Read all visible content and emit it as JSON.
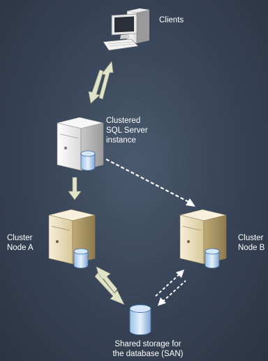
{
  "clients": {
    "label": "Clients"
  },
  "sql_instance": {
    "label_lines": [
      "Clustered",
      "SQL Server",
      "instance"
    ]
  },
  "node_a": {
    "label_lines": [
      "Cluster",
      "Node A"
    ]
  },
  "node_b": {
    "label_lines": [
      "Cluster",
      "Node B"
    ]
  },
  "storage": {
    "label_lines": [
      "Shared storage for",
      "the database (SAN)"
    ]
  },
  "colors": {
    "background": "#3a4659",
    "arrow": "#dfe3c8",
    "server_white": "#f4f4f4",
    "server_beige": "#e8dcb8",
    "database": "#b9d4ee"
  }
}
